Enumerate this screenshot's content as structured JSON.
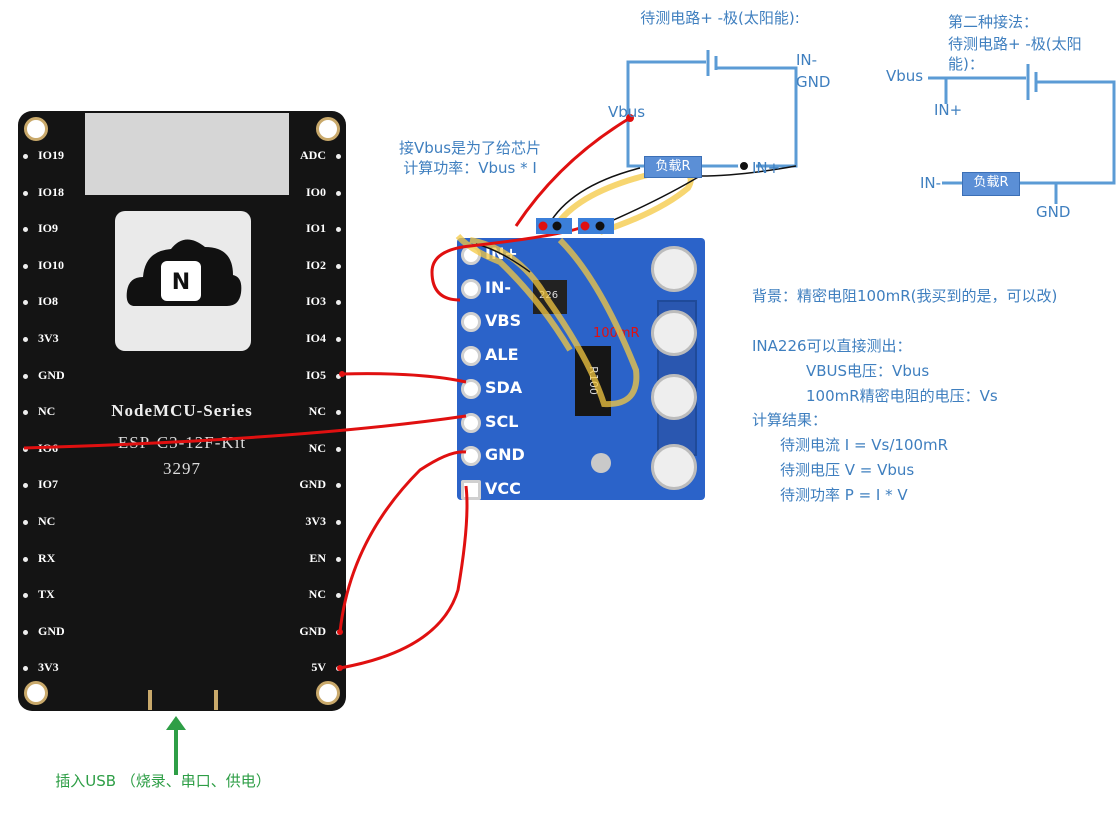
{
  "board": {
    "left_pins": [
      "IO19",
      "IO18",
      "IO9",
      "IO10",
      "IO8",
      "3V3",
      "GND",
      "NC",
      "IO6",
      "IO7",
      "NC",
      "RX",
      "TX",
      "GND",
      "3V3"
    ],
    "right_pins": [
      "ADC",
      "IO0",
      "IO1",
      "IO2",
      "IO3",
      "IO4",
      "IO5",
      "NC",
      "NC",
      "GND",
      "3V3",
      "EN",
      "NC",
      "GND",
      "5V"
    ],
    "title": "NodeMCU-Series",
    "subtitle": "ESP-C3-12F-Kit",
    "number": "3297"
  },
  "module": {
    "pins": [
      "IN+",
      "IN-",
      "VBS",
      "ALE",
      "SDA",
      "SCL",
      "GND",
      "VCC"
    ],
    "chip_label": "226",
    "resistor_label": "R100",
    "resistor_value": "100mR"
  },
  "annotations": {
    "circuit1_title": "待测电路+ -极(太阳能):",
    "circuit1_in_minus": "IN-",
    "circuit1_gnd": "GND",
    "circuit1_vbus": "Vbus",
    "circuit1_in_plus": "IN+",
    "load_label": "负载R",
    "vbus_note": "接Vbus是为了给芯片计算功率：Vbus * I",
    "circuit2_line1": "第二种接法：",
    "circuit2_line2": "待测电路+ -极(太阳能)：",
    "circuit2_vbus": "Vbus",
    "circuit2_in_plus": "IN+",
    "circuit2_in_minus": "IN-",
    "circuit2_gnd": "GND",
    "bg_line1": "背景：精密电阻100mR(我买到的是，可以改)",
    "bg_line2": "INA226可以直接测出：",
    "bg_line3": "VBUS电压：Vbus",
    "bg_line4": "100mR精密电阻的电压：Vs",
    "bg_line5": "计算结果：",
    "bg_line6": "待测电流 I = Vs/100mR",
    "bg_line7": "待测电压 V =  Vbus",
    "bg_line8": "待测功率 P = I * V",
    "usb_note": "插入USB （烧录、串口、供电）"
  },
  "colors": {
    "wire_red": "#e01010",
    "circuit_blue": "#5b9bd5",
    "annotation_blue": "#3f7fbf",
    "usb_green": "#2e9e46",
    "board": "#141414",
    "module": "#2b63c9",
    "yellow_highlight": "#f4c842"
  }
}
